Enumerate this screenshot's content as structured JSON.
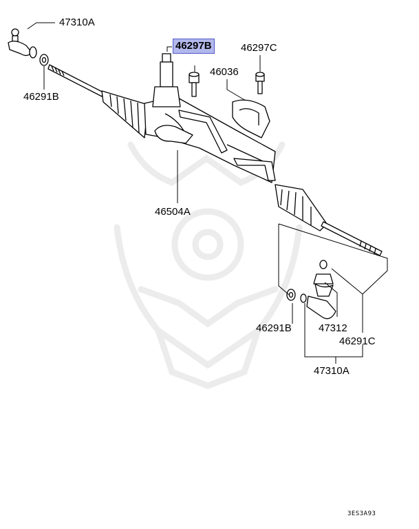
{
  "callouts": {
    "tie_rod_end_top": "47310A",
    "highlighted_part": "46297B",
    "bolt_right": "46297C",
    "bracket": "46036",
    "nut_left": "46291B",
    "gear_box": "46504A",
    "nut_lower": "46291B",
    "boot": "47312",
    "nut_right": "46291C",
    "tie_rod_end_bottom": "47310A"
  },
  "reference_code": "3ES3A93",
  "colors": {
    "highlight_bg": "#b3b8ec",
    "highlight_border": "#5058c8",
    "line": "#000000",
    "watermark": "#eeeeee"
  }
}
